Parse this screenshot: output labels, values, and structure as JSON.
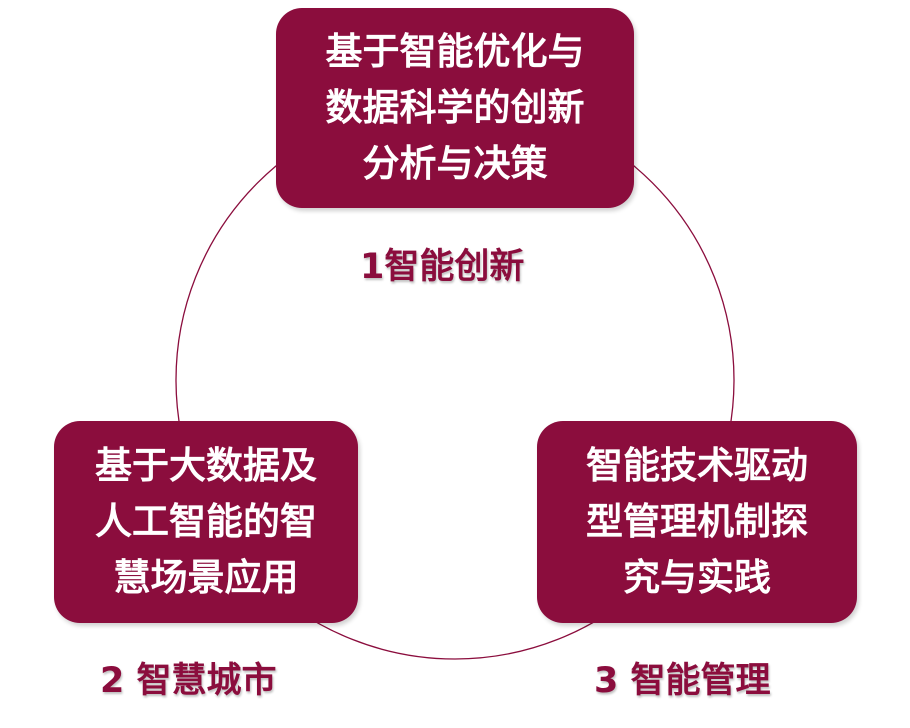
{
  "accent_color": "#8b0d3d",
  "cycle": [
    {
      "text_lines": [
        "基于智能优化与",
        "数据科学的创新",
        "分析与决策"
      ],
      "label": "1智能创新"
    },
    {
      "text_lines": [
        "基于大数据及",
        "人工智能的智",
        "慧场景应用"
      ],
      "label": "2 智慧城市"
    },
    {
      "text_lines": [
        "智能技术驱动",
        "型管理机制探",
        "究与实践"
      ],
      "label": "3 智能管理"
    }
  ]
}
